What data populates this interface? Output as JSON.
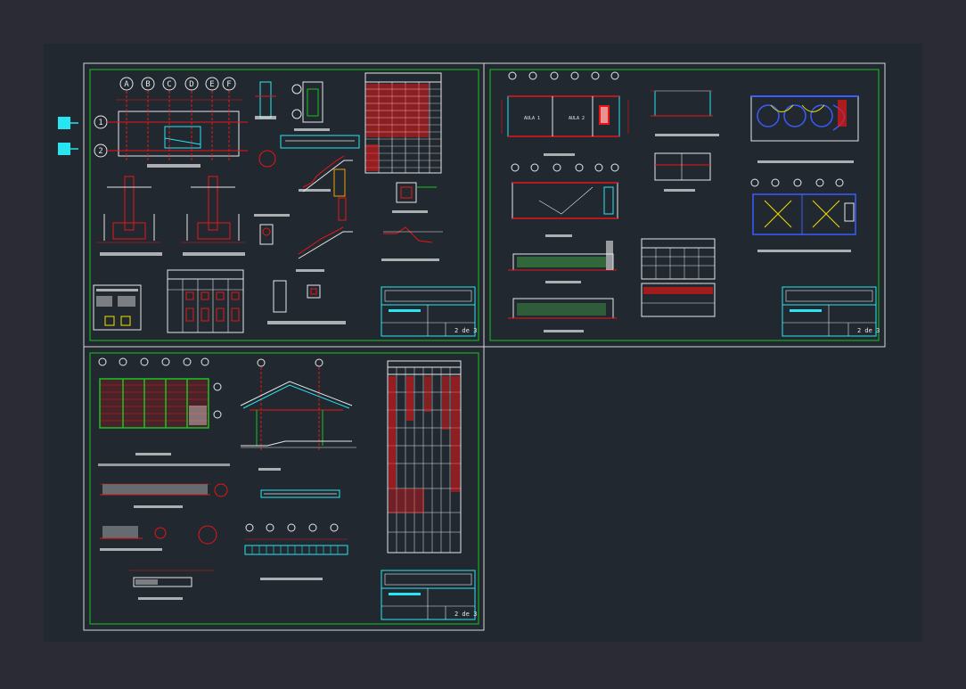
{
  "viewport": {
    "background": "#2b2b36",
    "canvas": "#212830"
  },
  "colors": {
    "sheet_border": "#d8d8d8",
    "frame": "#19c41e",
    "red": "#e81616",
    "cyan": "#27e6f2",
    "white": "#e8e8e8",
    "yellow": "#f0e000",
    "blue": "#3a5cff",
    "gray": "#9a9a9a"
  },
  "layer_buttons": [
    {
      "id": "layer-a",
      "color": "#27e6f2"
    },
    {
      "id": "layer-b",
      "color": "#27e6f2"
    }
  ],
  "sheet1": {
    "grid_letters": [
      "A",
      "B",
      "C",
      "D",
      "E",
      "F"
    ],
    "grid_numbers": [
      "1",
      "2"
    ],
    "sheet_number": "2 de 3"
  },
  "sheet2": {
    "room_labels": [
      "AULA 1",
      "AULA 2"
    ],
    "sheet_number": "2 de 3"
  },
  "sheet3": {
    "sheet_number": "2 de 3"
  }
}
